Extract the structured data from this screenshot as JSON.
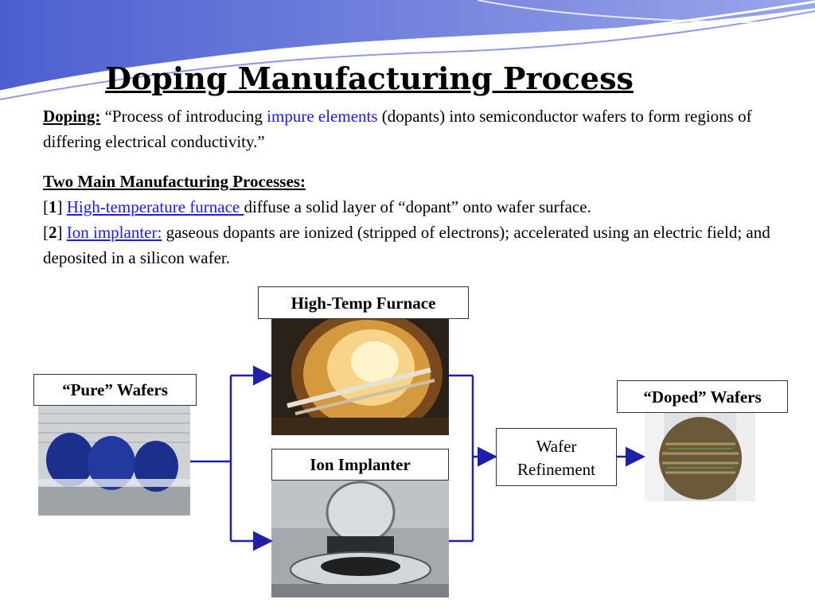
{
  "title": "Doping Manufacturing Process",
  "definition": {
    "term": "Doping:",
    "quote_open": " “Process of introducing ",
    "highlight": "impure elements",
    "rest": " (dopants) into semiconductor wafers to form regions of differing electrical conductivity.”"
  },
  "processes": {
    "heading": "Two Main Manufacturing Processes:",
    "items": [
      {
        "number_open": "[",
        "number": "1",
        "number_close": "] ",
        "link": "High-temperature furnace ",
        "text": "diffuse a solid layer of “dopant” onto wafer surface."
      },
      {
        "number_open": "[",
        "number": "2",
        "number_close": "] ",
        "link": "Ion implanter:",
        "text": " gaseous dopants are ionized (stripped of electrons); accelerated using an electric field; and deposited in a silicon wafer."
      }
    ]
  },
  "diagram": {
    "pure_wafers": "“Pure” Wafers",
    "furnace": "High-Temp Furnace",
    "implanter": "Ion Implanter",
    "refinement_line1": "Wafer",
    "refinement_line2": "Refinement",
    "doped_wafers": "“Doped” Wafers"
  },
  "colors": {
    "accent_blue": "#1a1aff",
    "arrow_blue": "#1f1fa8",
    "header_wave": "#6a78d8"
  }
}
